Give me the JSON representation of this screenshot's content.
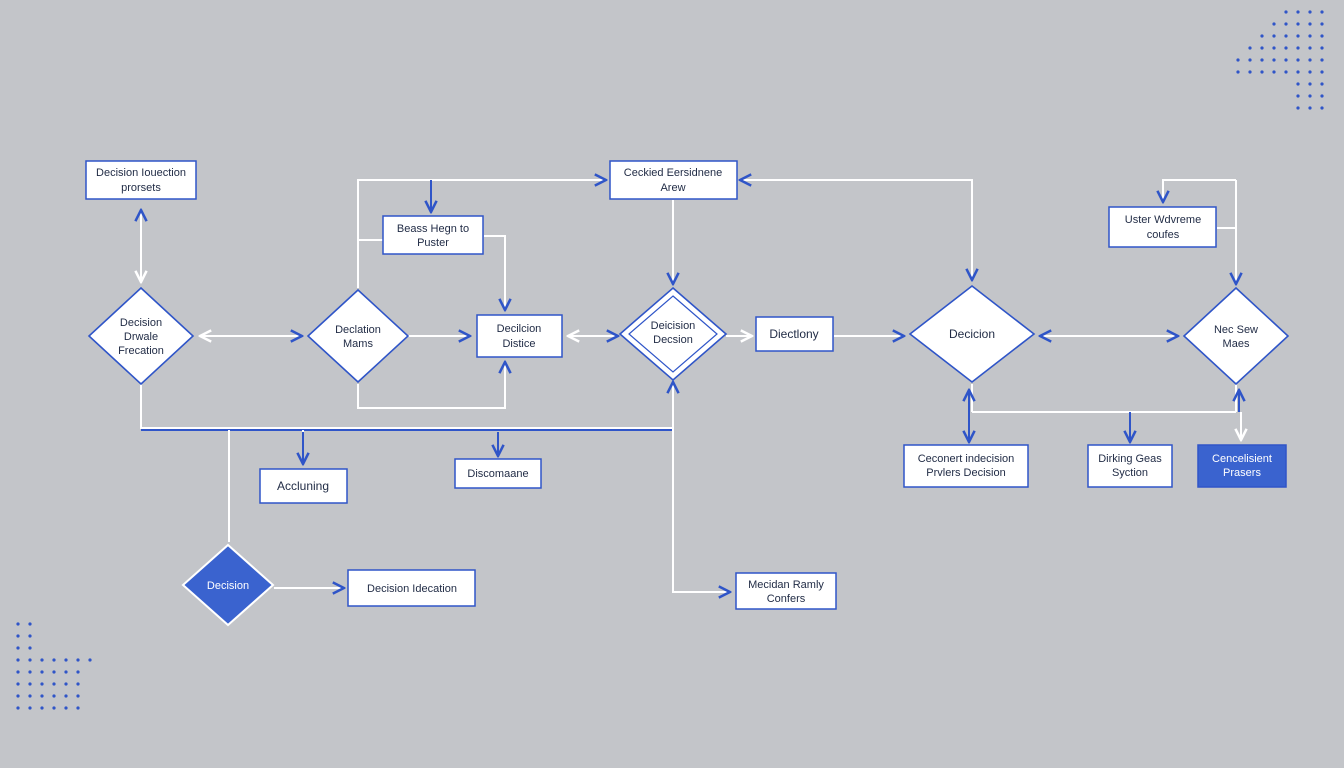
{
  "colors": {
    "background": "#c3c5c9",
    "accent": "#2f55c8",
    "accent_fill": "#3a63cf",
    "connector": "#ffffff"
  },
  "nodes": {
    "n1": {
      "shape": "box",
      "lines": [
        "Decision Iouection",
        "prorsets"
      ]
    },
    "n2": {
      "shape": "box",
      "lines": [
        "Ceckied Eersidnene",
        "Arew"
      ]
    },
    "n3": {
      "shape": "box",
      "lines": [
        "Beass Hegn to",
        "Puster"
      ]
    },
    "n4": {
      "shape": "box",
      "lines": [
        "Uster Wdvreme",
        "coufes"
      ]
    },
    "n5": {
      "shape": "diamond",
      "lines": [
        "Decision",
        "Drwale",
        "Frecation"
      ]
    },
    "n6": {
      "shape": "diamond",
      "lines": [
        "Declation",
        "Mams"
      ]
    },
    "n7": {
      "shape": "box",
      "lines": [
        "Decilcion",
        "Distice"
      ]
    },
    "n8": {
      "shape": "diamond",
      "lines": [
        "Deicision",
        "Decsion"
      ]
    },
    "n9": {
      "shape": "box",
      "lines": [
        "Diectlony"
      ]
    },
    "n10": {
      "shape": "diamond",
      "lines": [
        "Decicion"
      ]
    },
    "n11": {
      "shape": "diamond",
      "lines": [
        "Nec Sew",
        "Maes"
      ]
    },
    "n12": {
      "shape": "box",
      "lines": [
        "Accluning"
      ]
    },
    "n13": {
      "shape": "box",
      "lines": [
        "Discomaane"
      ]
    },
    "n14": {
      "shape": "box",
      "lines": [
        "Ceconert indecision",
        "Prvlers Decision"
      ]
    },
    "n15": {
      "shape": "box",
      "lines": [
        "Dirking Geas",
        "Syction"
      ]
    },
    "n16": {
      "shape": "box",
      "lines": [
        "Cencelisient",
        "Prasers"
      ],
      "filled": true
    },
    "n17": {
      "shape": "diamond",
      "lines": [
        "Decision"
      ],
      "filled": true
    },
    "n18": {
      "shape": "box",
      "lines": [
        "Decision Idecation"
      ]
    },
    "n19": {
      "shape": "box",
      "lines": [
        "Mecidan Ramly",
        "Confers"
      ]
    }
  }
}
